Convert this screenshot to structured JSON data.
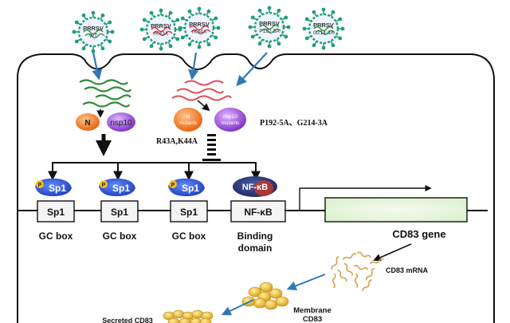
{
  "viruses": [
    {
      "label_line1": "PRRSV",
      "label_line2": "WT"
    },
    {
      "label_line1": "PRRSV",
      "label_line2": "rK43A"
    },
    {
      "label_line1": "PRRSV",
      "label_line2": "rK44A"
    },
    {
      "label_line1": "PRRSV",
      "label_line2": "P192-5A"
    },
    {
      "label_line1": "PRRSV",
      "label_line2": "G214-3A"
    }
  ],
  "proteins": {
    "n_wt": "N",
    "nsp10_wt": "nsp10",
    "n_mut_line1": "N",
    "n_mut_line2": "mutants",
    "nsp10_mut_line1": "nsp10",
    "nsp10_mut_line2": "mutants"
  },
  "mutation_labels": {
    "nsp10_sites": "P192-5A、G214-3A",
    "n_sites": "R43A,K44A"
  },
  "factors": {
    "sp1": "Sp1",
    "phospho": "P",
    "nfkb": "NF-κB"
  },
  "promoter": {
    "box1": "Sp1",
    "box2": "Sp1",
    "box3": "Sp1",
    "box4": "NF-κB",
    "label1": "GC box",
    "label2": "GC box",
    "label3": "GC box",
    "label4_line1": "Binding",
    "label4_line2": "domain"
  },
  "gene_label": "CD83 gene",
  "mrna_label": "CD83 mRNA",
  "membrane_label_line1": "Membrane",
  "membrane_label_line2": "CD83",
  "secreted_label": "Secreted CD83",
  "colors": {
    "virus_green": "#1f9e7a",
    "virus_red": "#d62738",
    "n_orange": "#f07d22",
    "nsp10_purple": "#9b4fd0",
    "sp1_blue": "#2a4ed6",
    "nfkb_navy": "#23306a",
    "arrow_blue": "#2f79b5",
    "rna_green": "#2e8b3a",
    "rna_red": "#e0505a",
    "gene_box": "#e6f5dc",
    "particle_gold": "#e7b324"
  }
}
